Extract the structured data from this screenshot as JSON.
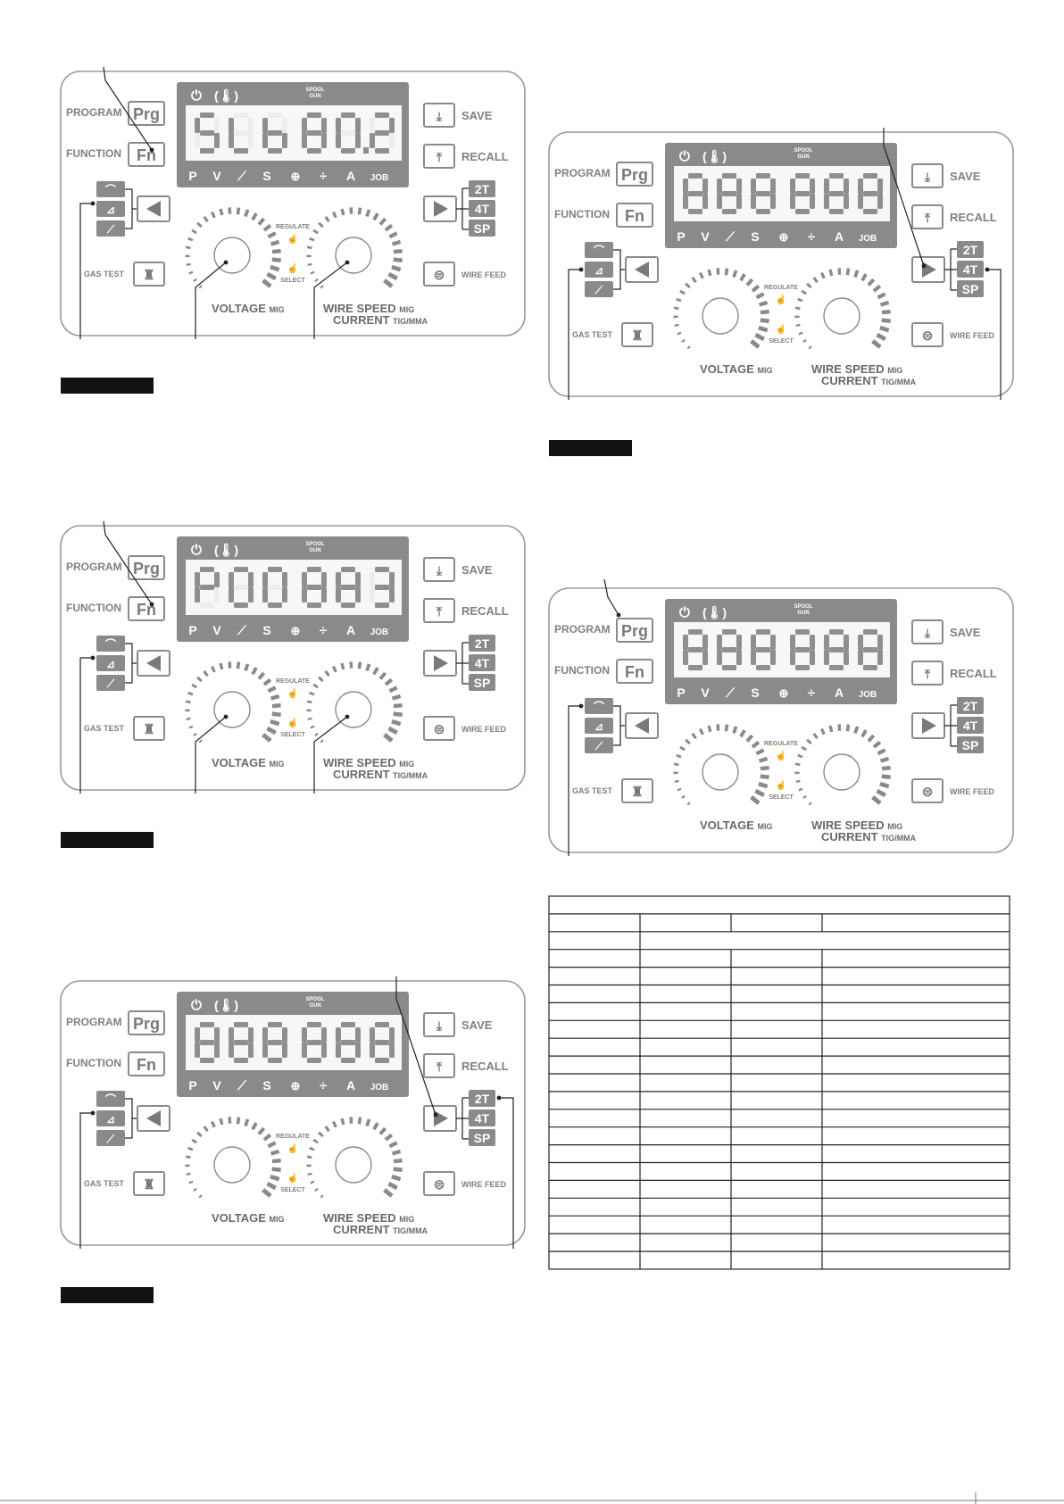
{
  "panel_labels": {
    "program": "PROGRAM",
    "program_btn": "Prg",
    "function": "FUNCTION",
    "function_btn": "Fn",
    "save": "SAVE",
    "recall": "RECALL",
    "gas_test": "GAS TEST",
    "wire_feed": "WIRE FEED",
    "regulate": "REGULATE",
    "select": "SELECT",
    "voltage": "VOLTAGE",
    "voltage_sub": "MIG",
    "wire_speed": "WIRE SPEED",
    "wire_speed_sub": "MIG",
    "current": "CURRENT",
    "current_sub": "TIG/MMA",
    "spool_gun": "SPOOL\nGUN",
    "lcd_bottom": [
      "P",
      "V",
      "",
      "S",
      "",
      "",
      "A",
      "JOB"
    ],
    "trigger_modes": [
      "2T",
      "4T",
      "SP"
    ]
  },
  "panels": [
    {
      "name": "panel-1",
      "left_display": "SLb",
      "right_display": "80.2",
      "label": ""
    },
    {
      "name": "panel-2",
      "left_display": "P00",
      "right_display": "883",
      "label": ""
    },
    {
      "name": "panel-3",
      "left_display": "888",
      "right_display": "888",
      "label": ""
    },
    {
      "name": "panel-4",
      "left_display": "888",
      "right_display": "888",
      "label": ""
    },
    {
      "name": "panel-5",
      "left_display": "888",
      "right_display": "888",
      "label": ""
    }
  ],
  "table": {
    "title": "",
    "columns": [
      "",
      "",
      "",
      ""
    ],
    "rows": 20
  },
  "colors": {
    "panel_grey": "#8a8a8a",
    "segment_on": "#8f8f8f",
    "segment_off": "#ededed",
    "label_black": "#111111"
  },
  "icons": [
    "power-icon",
    "thermal-icon",
    "save-folder-icon",
    "recall-folder-icon",
    "left-arrow-icon",
    "right-arrow-icon",
    "gas-bottle-icon",
    "wire-feed-roller-icon",
    "torch-mig-icon",
    "torch-tig-icon",
    "electrode-mma-icon"
  ]
}
